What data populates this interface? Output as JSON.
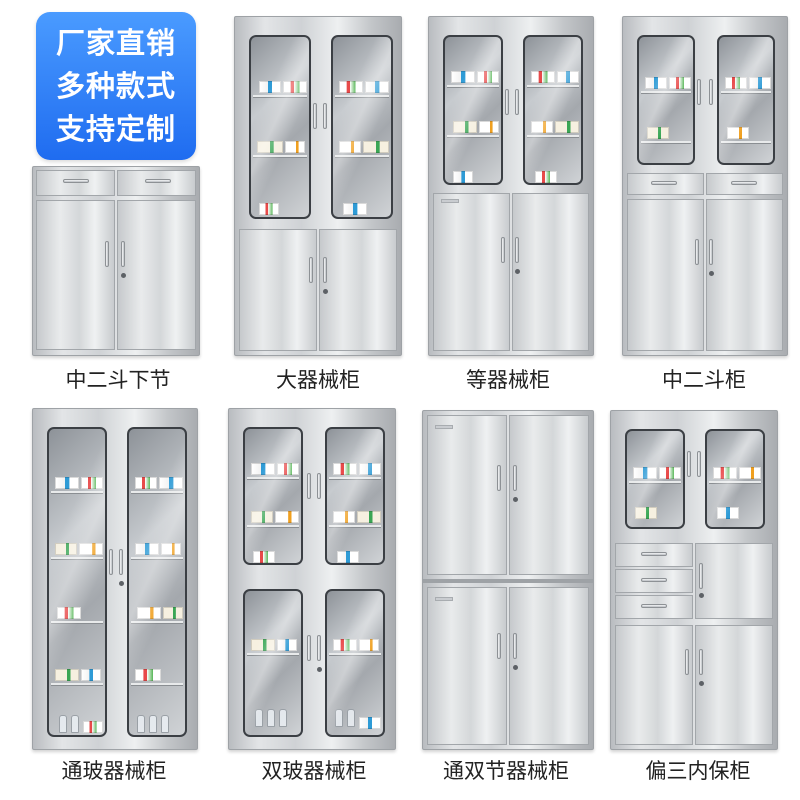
{
  "badge": {
    "lines": [
      "厂家直销",
      "多种款式",
      "支持定制"
    ],
    "color": "#1f6cf0"
  },
  "products": [
    {
      "caption": "中二斗下节"
    },
    {
      "caption": "大器械柜"
    },
    {
      "caption": "等器械柜"
    },
    {
      "caption": "中二斗柜"
    },
    {
      "caption": "通玻器械柜"
    },
    {
      "caption": "双玻器械柜"
    },
    {
      "caption": "通双节器械柜"
    },
    {
      "caption": "偏三内保柜"
    }
  ]
}
